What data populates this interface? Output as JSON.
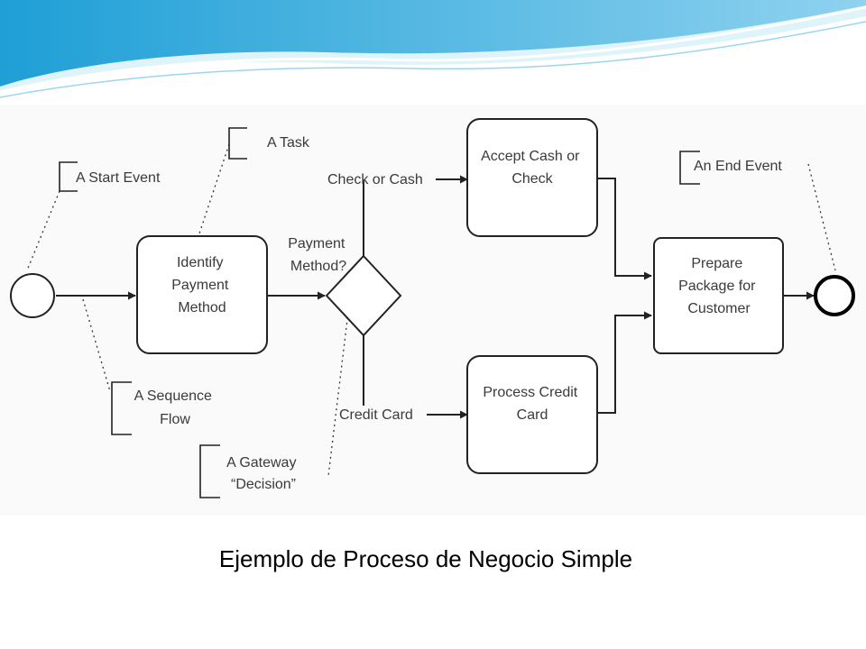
{
  "header_wave": {
    "colors": [
      "#1e9fd6",
      "#8fd2ef",
      "#dff3fb"
    ]
  },
  "diagram": {
    "nodes": {
      "start_event": {
        "label": ""
      },
      "identify_payment": {
        "label": [
          "Identify",
          "Payment",
          "Method"
        ]
      },
      "gateway": {
        "label": [
          "Payment",
          "Method?"
        ]
      },
      "accept_cash": {
        "label": [
          "Accept Cash or",
          "Check"
        ]
      },
      "process_credit": {
        "label": [
          "Process Credit",
          "Card"
        ]
      },
      "prepare_package": {
        "label": [
          "Prepare",
          "Package for",
          "Customer"
        ]
      },
      "end_event": {
        "label": ""
      }
    },
    "branch_labels": {
      "check_or_cash": "Check or Cash",
      "credit_card": "Credit Card"
    },
    "annotations": {
      "start_event": "A Start Event",
      "task": "A Task",
      "sequence_flow": [
        "A Sequence",
        "Flow"
      ],
      "gateway": [
        "A Gateway",
        "“Decision”"
      ],
      "end_event": "An End Event"
    }
  },
  "caption": "Ejemplo de Proceso de Negocio Simple"
}
